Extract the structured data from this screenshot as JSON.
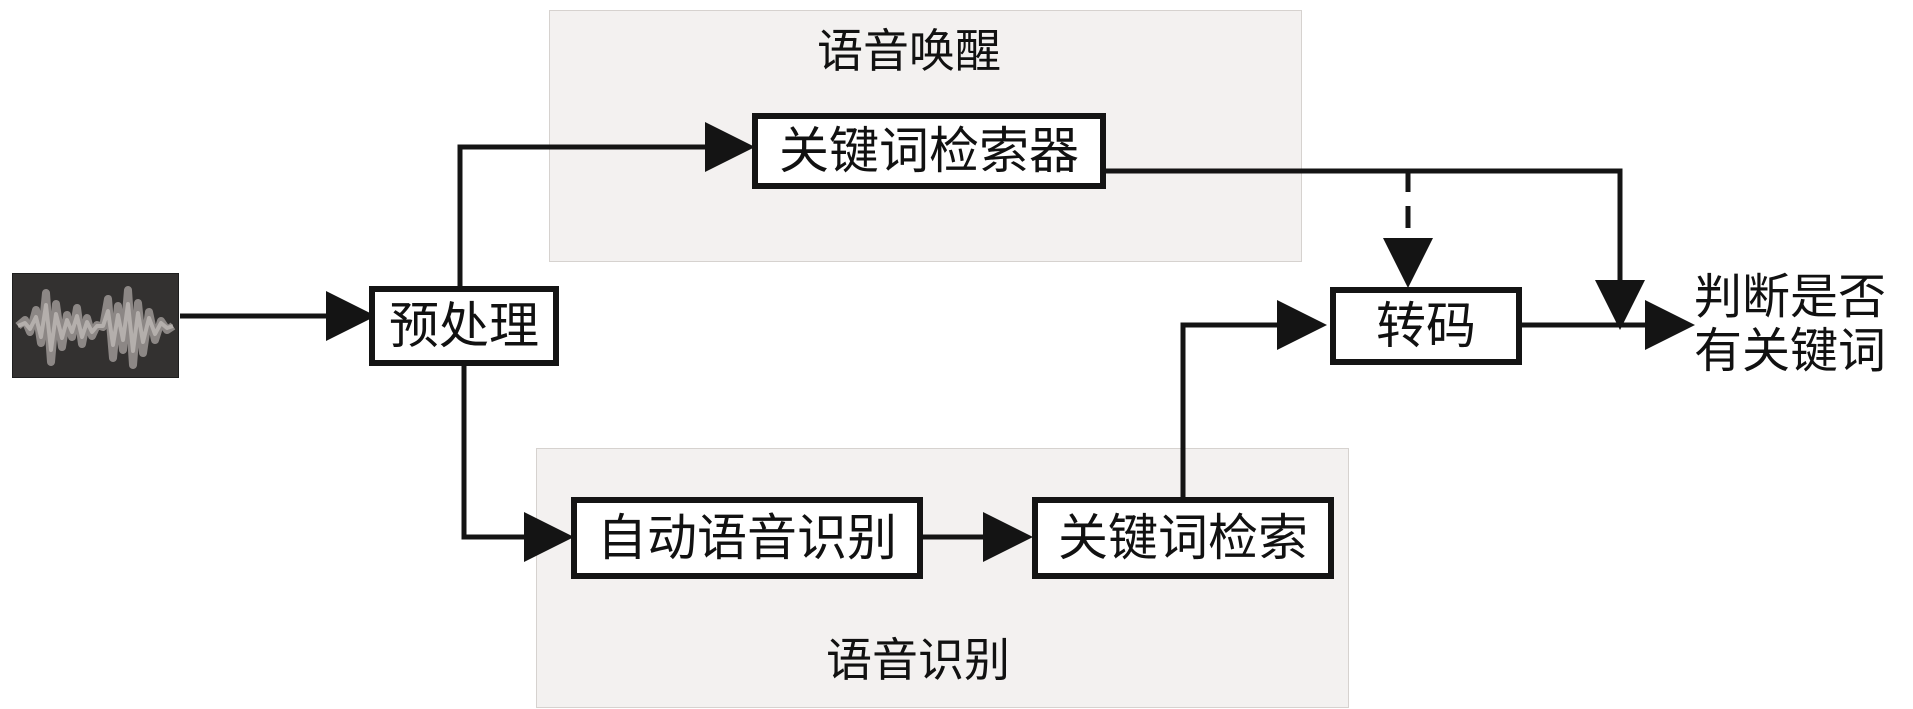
{
  "sections": {
    "wake": {
      "title": "语音唤醒"
    },
    "asr": {
      "title": "语音识别"
    }
  },
  "nodes": {
    "preprocess": "预处理",
    "keyword_retriever": "关键词检索器",
    "transcode": "转码",
    "auto_speech_recognition": "自动语音识别",
    "keyword_search": "关键词检索"
  },
  "output": {
    "line1": "判断是否",
    "line2": "有关键词"
  },
  "colors": {
    "panel_background": "#f3f1f0",
    "line": "#141414",
    "waveform_background": "#333130",
    "waveform_signal": "#8c8785"
  },
  "icons": {
    "audio_input": "audio-waveform-icon"
  }
}
